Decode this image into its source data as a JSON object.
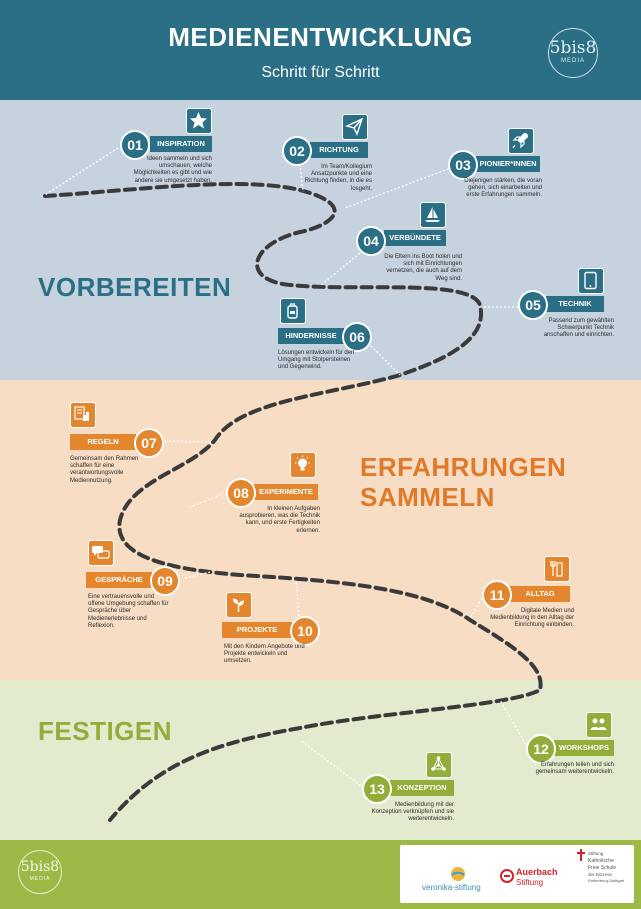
{
  "header": {
    "title": "MEDIENENTWICKLUNG",
    "subtitle": "Schritt für Schritt"
  },
  "logo": {
    "main": "5bis8",
    "sub": "MEDIA"
  },
  "zones": [
    {
      "label": "VORBEREITEN",
      "color": "#2a6f86"
    },
    {
      "label": "ERFAHRUNGEN SAMMELN",
      "color": "#e07a2a"
    },
    {
      "label": "FESTIGEN",
      "color": "#93ad3b"
    }
  ],
  "steps": [
    {
      "num": "01",
      "title": "INSPIRATION",
      "icon": "star-icon",
      "desc": "Ideen sammeln und sich umschauen, welche Möglichkeiten es gibt und wie andere sie umgesetzt haben."
    },
    {
      "num": "02",
      "title": "RICHTUNG",
      "icon": "paper-plane-icon",
      "desc": "Im Team/Kollegium Ansatzpunkte und eine Richtung finden, in die es losgeht."
    },
    {
      "num": "03",
      "title": "PIONIER*INNEN",
      "icon": "rocket-icon",
      "desc": "Diejenigen stärken, die voran gehen, sich einarbeiten und erste Erfahrungen sammeln."
    },
    {
      "num": "04",
      "title": "VERBÜNDETE",
      "icon": "sailboat-icon",
      "desc": "Die Eltern ins Boot holen und sich mit Einrichtungen vernetzen, die auch auf dem Weg sind."
    },
    {
      "num": "05",
      "title": "TECHNIK",
      "icon": "tablet-icon",
      "desc": "Passend zum gewählten Schwerpunkt Technik anschaffen und einrichten."
    },
    {
      "num": "06",
      "title": "HINDERNISSE",
      "icon": "backpack-icon",
      "desc": "Lösungen entwickeln für den Umgang mit Stolpersteinen und Gegenwind."
    },
    {
      "num": "07",
      "title": "REGELN",
      "icon": "hand-paper-icon",
      "desc": "Gemeinsam den Rahmen schaffen für eine verantwortungsvolle Mediennutzung."
    },
    {
      "num": "08",
      "title": "EXPERIMENTE",
      "icon": "lightbulb-icon",
      "desc": "In kleinen Aufgaben ausprobieren, was die Technik kann, und erste Fertigkeiten erlernen."
    },
    {
      "num": "09",
      "title": "GESPRÄCHE",
      "icon": "speech-bubbles-icon",
      "desc": "Eine vertrauensvolle und offene Umgebung schaffen für Gespräche über Medienerlebnisse und Reflexion."
    },
    {
      "num": "10",
      "title": "PROJEKTE",
      "icon": "seedling-icon",
      "desc": "Mit den Kindern Angebote und Projekte entwickeln und umsetzen."
    },
    {
      "num": "11",
      "title": "ALLTAG",
      "icon": "cutlery-icon",
      "desc": "Digitale Medien und Medienbildung in den Alltag der Einrichtung einbinden."
    },
    {
      "num": "12",
      "title": "WORKSHOPS",
      "icon": "group-icon",
      "desc": "Erfahrungen teilen und sich gemeinsam weiterentwickeln."
    },
    {
      "num": "13",
      "title": "KONZEPTION",
      "icon": "network-icon",
      "desc": "Medienbildung mit der Konzeption verknüpfen und sie weiterentwickeln."
    }
  ],
  "partners": {
    "veronika": "veronika-stiftung",
    "auerbach_1": "Auerbach",
    "auerbach_2": "Stiftung",
    "ks_1": "Stiftung",
    "ks_2": "Katholische",
    "ks_3": "Freie Schule",
    "ks_4": "der Diözese",
    "ks_5": "Rottenburg-Stuttgart"
  },
  "colors": {
    "blue": "#2a6f86",
    "orange": "#e4862d",
    "green": "#93ad3b",
    "path": "#3a3a3a"
  }
}
